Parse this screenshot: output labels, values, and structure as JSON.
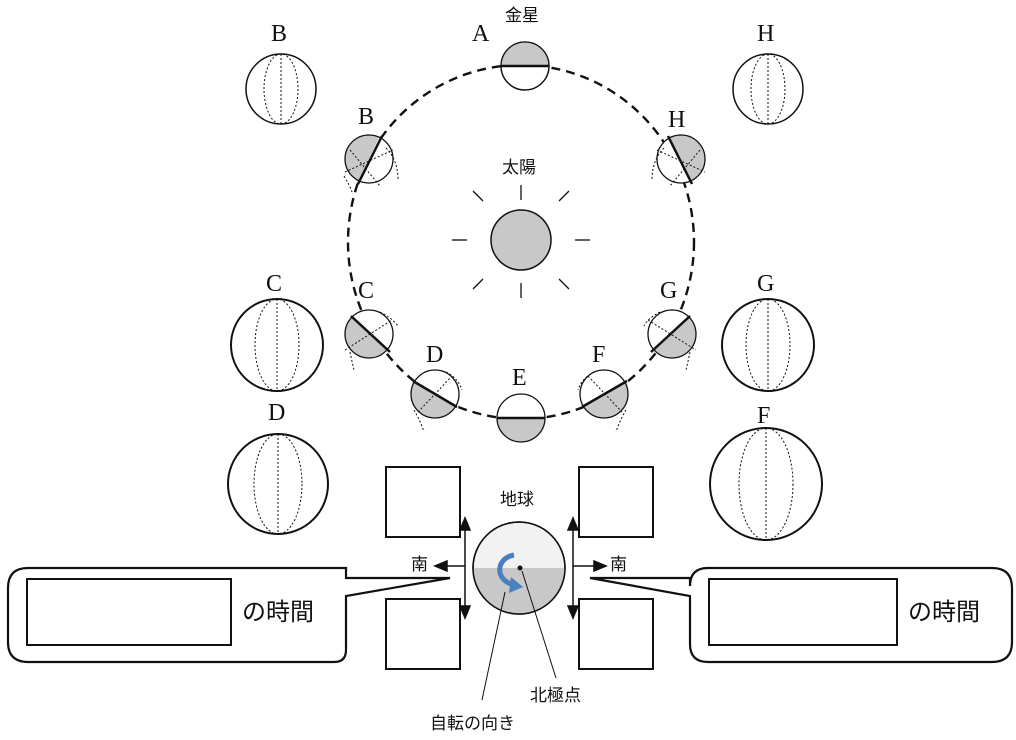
{
  "labels": {
    "venus": "金星",
    "sun": "太陽",
    "earth": "地球",
    "north_pole": "北極点",
    "rotation": "自転の向き",
    "south": "南",
    "time_suffix": "の時間"
  },
  "orbit_positions": [
    "A",
    "B",
    "C",
    "D",
    "E",
    "F",
    "G",
    "H"
  ],
  "telescope_views": [
    "B",
    "C",
    "D",
    "H",
    "G",
    "F"
  ],
  "colors": {
    "line": "#111111",
    "shade": "#c8c8c8",
    "rotation_arrow": "#4a7fc0",
    "background": "#ffffff"
  },
  "answer_fields": [
    {
      "name": "left-time-answer",
      "value": ""
    },
    {
      "name": "right-time-answer",
      "value": ""
    },
    {
      "name": "box-upper-left",
      "value": ""
    },
    {
      "name": "box-upper-right",
      "value": ""
    },
    {
      "name": "box-lower-left",
      "value": ""
    },
    {
      "name": "box-lower-right",
      "value": ""
    }
  ]
}
